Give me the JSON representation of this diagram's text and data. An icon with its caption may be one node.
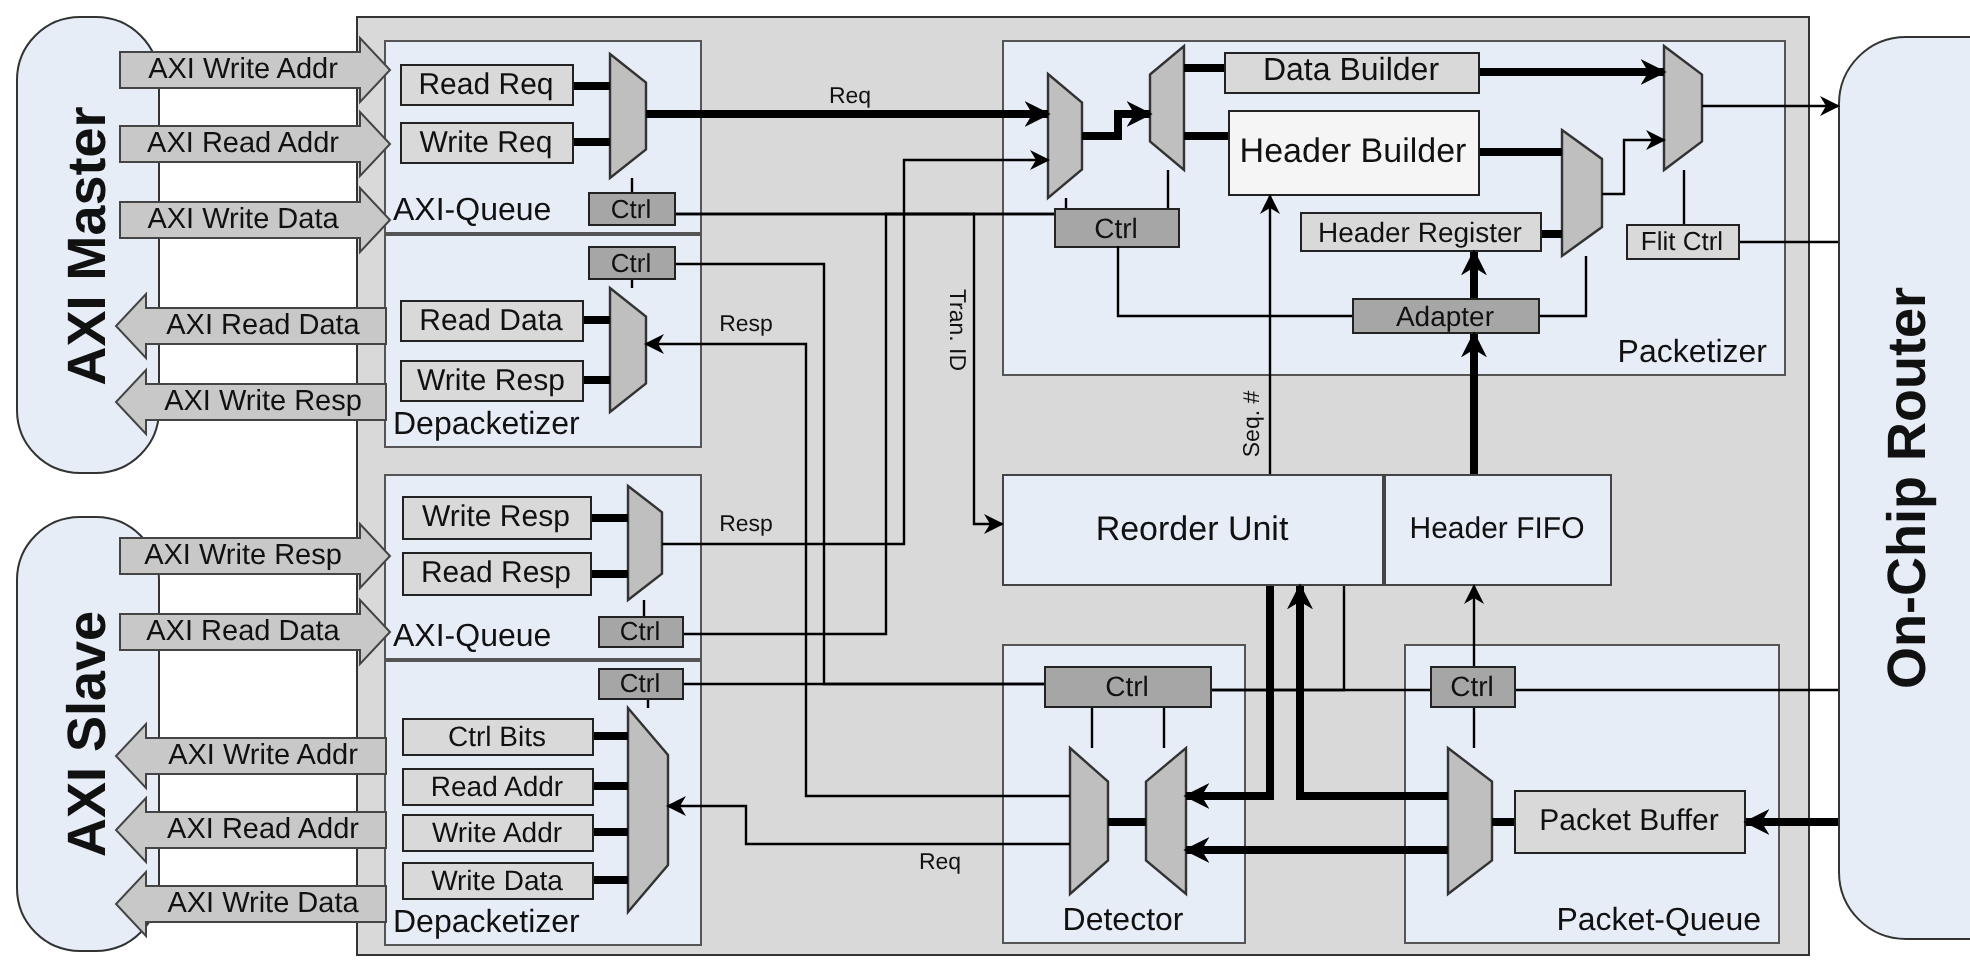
{
  "diagram": {
    "nodes": [
      {
        "text": [
          "AXI Master"
        ]
      },
      {
        "text": [
          "AXI Slave"
        ]
      },
      {
        "text": [],
        "shape": "box"
      },
      {
        "text": [
          "AXI-Queue"
        ],
        "in": 2
      },
      {
        "text": [
          "Read Req"
        ],
        "in": 3
      },
      {
        "text": [
          "Write Req"
        ],
        "in": 3
      },
      {
        "text": [],
        "shape": "trapezoid",
        "in": 3
      },
      {
        "text": [
          "Ctrl"
        ],
        "in": 3
      },
      {
        "text": [
          "Depacketizer"
        ],
        "in": 2
      },
      {
        "text": [
          "Ctrl"
        ],
        "in": 8
      },
      {
        "text": [
          "Read Data"
        ],
        "in": 8
      },
      {
        "text": [
          "Write Resp"
        ],
        "in": 8
      },
      {
        "text": [],
        "shape": "trapezoid",
        "in": 8
      },
      {
        "text": [
          "AXI-Queue"
        ],
        "in": 2
      },
      {
        "text": [
          "Write Resp"
        ],
        "in": 13
      },
      {
        "text": [
          "Read Resp"
        ],
        "in": 13
      },
      {
        "text": [],
        "shape": "trapezoid",
        "in": 13
      },
      {
        "text": [
          "Ctrl"
        ],
        "in": 13
      },
      {
        "text": [
          "Depacketizer"
        ],
        "in": 2
      },
      {
        "text": [
          "Ctrl"
        ],
        "in": 18
      },
      {
        "text": [
          "Ctrl Bits"
        ],
        "in": 18
      },
      {
        "text": [
          "Read Addr"
        ],
        "in": 18
      },
      {
        "text": [
          "Write Addr"
        ],
        "in": 18
      },
      {
        "text": [
          "Write Data"
        ],
        "in": 18
      },
      {
        "text": [],
        "shape": "trapezoid",
        "in": 18
      },
      {
        "text": [
          "Packetizer"
        ],
        "in": 2
      },
      {
        "text": [],
        "shape": "trapezoid",
        "in": 25
      },
      {
        "text": [],
        "shape": "trapezoid",
        "in": 25
      },
      {
        "text": [
          "Data Builder"
        ],
        "in": 25
      },
      {
        "text": [
          "Header Builder"
        ],
        "in": 25
      },
      {
        "text": [
          "Ctrl"
        ],
        "in": 25
      },
      {
        "text": [
          "Header Register"
        ],
        "in": 25
      },
      {
        "text": [],
        "shape": "trapezoid",
        "in": 25
      },
      {
        "text": [
          "Flit Ctrl"
        ],
        "in": 25
      },
      {
        "text": [],
        "shape": "trapezoid",
        "in": 25
      },
      {
        "text": [
          "Adapter"
        ],
        "in": 25
      },
      {
        "text": [
          "Reorder Unit"
        ],
        "in": 2
      },
      {
        "text": [
          "Header FIFO"
        ],
        "in": 2
      },
      {
        "text": [
          "Detector"
        ],
        "in": 2
      },
      {
        "text": [
          "Ctrl"
        ],
        "in": 38
      },
      {
        "text": [],
        "shape": "trapezoid",
        "in": 38
      },
      {
        "text": [],
        "shape": "trapezoid",
        "in": 38
      },
      {
        "text": [
          "Packet-Queue"
        ],
        "in": 2
      },
      {
        "text": [
          "Ctrl"
        ],
        "in": 42
      },
      {
        "text": [],
        "shape": "trapezoid",
        "in": 42
      },
      {
        "text": [
          "Packet Buffer"
        ],
        "in": 42
      },
      {
        "text": [
          "On-Chip Router"
        ]
      }
    ],
    "edges": [
      {
        "from": 4,
        "to": 6,
        "arrow": "none",
        "style": "thick"
      },
      {
        "from": 5,
        "to": 6,
        "arrow": "none",
        "style": "thick"
      },
      {
        "from": 6,
        "to": 26,
        "arrow": "to",
        "style": "thick",
        "label": "Req"
      },
      {
        "from": 7,
        "to": 6,
        "arrow": "none"
      },
      {
        "from": 7,
        "to": 30,
        "arrow": "none"
      },
      {
        "from": 7,
        "to": 36,
        "arrow": "to",
        "label": "Tran. ID"
      },
      {
        "from": 9,
        "to": 12,
        "arrow": "none"
      },
      {
        "from": 9,
        "to": 39,
        "arrow": "none"
      },
      {
        "from": 19,
        "to": 39,
        "arrow": "none"
      },
      {
        "from": 17,
        "to": 30,
        "arrow": "none"
      },
      {
        "from": 16,
        "to": 26,
        "arrow": "to",
        "label": "Resp"
      },
      {
        "from": 40,
        "to": 12,
        "arrow": "to",
        "label": "Resp"
      },
      {
        "from": 40,
        "to": 24,
        "arrow": "to",
        "label": "Req"
      },
      {
        "from": 17,
        "to": 16,
        "arrow": "none"
      },
      {
        "from": 19,
        "to": 24,
        "arrow": "none"
      },
      {
        "from": 14,
        "to": 16,
        "arrow": "none",
        "style": "thick"
      },
      {
        "from": 15,
        "to": 16,
        "arrow": "none",
        "style": "thick"
      },
      {
        "from": 20,
        "to": 24,
        "arrow": "none",
        "style": "thick"
      },
      {
        "from": 21,
        "to": 24,
        "arrow": "none",
        "style": "thick"
      },
      {
        "from": 22,
        "to": 24,
        "arrow": "none",
        "style": "thick"
      },
      {
        "from": 23,
        "to": 24,
        "arrow": "none",
        "style": "thick"
      },
      {
        "from": 12,
        "to": 10,
        "arrow": "none",
        "style": "thick"
      },
      {
        "from": 12,
        "to": 11,
        "arrow": "none",
        "style": "thick"
      },
      {
        "from": 26,
        "to": 27,
        "arrow": "to",
        "style": "thick"
      },
      {
        "from": 30,
        "to": 26,
        "arrow": "none"
      },
      {
        "from": 30,
        "to": 27,
        "arrow": "none"
      },
      {
        "from": 27,
        "to": 28,
        "arrow": "none",
        "style": "thick"
      },
      {
        "from": 27,
        "to": 29,
        "arrow": "none",
        "style": "thick"
      },
      {
        "from": 28,
        "to": 34,
        "arrow": "to",
        "style": "thick"
      },
      {
        "from": 29,
        "to": 32,
        "arrow": "none",
        "style": "thick"
      },
      {
        "from": 31,
        "to": 32,
        "arrow": "none",
        "style": "thick"
      },
      {
        "from": 32,
        "to": 34,
        "arrow": "to"
      },
      {
        "from": 34,
        "to": 46,
        "arrow": "to"
      },
      {
        "from": 33,
        "to": 34,
        "arrow": "none"
      },
      {
        "from": 33,
        "to": 46,
        "arrow": "none"
      },
      {
        "from": 35,
        "to": 31,
        "arrow": "to",
        "style": "thick"
      },
      {
        "from": 35,
        "to": 30,
        "arrow": "none"
      },
      {
        "from": 35,
        "to": 32,
        "arrow": "none"
      },
      {
        "from": 37,
        "to": 35,
        "arrow": "to",
        "style": "thick"
      },
      {
        "from": 36,
        "to": 29,
        "arrow": "to",
        "label": "Seq. #"
      },
      {
        "from": 36,
        "to": 41,
        "arrow": "to",
        "style": "thick"
      },
      {
        "from": 44,
        "to": 36,
        "arrow": "to",
        "style": "thick"
      },
      {
        "from": 44,
        "to": 41,
        "arrow": "to",
        "style": "thick"
      },
      {
        "from": 45,
        "to": 44,
        "arrow": "none",
        "style": "thick"
      },
      {
        "from": 46,
        "to": 45,
        "arrow": "to",
        "style": "thick"
      },
      {
        "from": 43,
        "to": 37,
        "arrow": "to"
      },
      {
        "from": 39,
        "to": 43,
        "arrow": "none"
      },
      {
        "from": 43,
        "to": 46,
        "arrow": "none"
      },
      {
        "from": 36,
        "to": 39,
        "arrow": "none"
      },
      {
        "from": 39,
        "to": 40,
        "arrow": "none"
      },
      {
        "from": 39,
        "to": 41,
        "arrow": "none"
      },
      {
        "from": 40,
        "to": 41,
        "arrow": "none",
        "style": "thick"
      },
      {
        "from": 43,
        "to": 44,
        "arrow": "none"
      },
      {
        "from": 0,
        "to": 3,
        "arrow": "to",
        "label": "AXI Write Addr"
      },
      {
        "from": 0,
        "to": 3,
        "arrow": "to",
        "label": "AXI Read Addr"
      },
      {
        "from": 0,
        "to": 3,
        "arrow": "to",
        "label": "AXI Write Data"
      },
      {
        "from": 8,
        "to": 0,
        "arrow": "to",
        "label": "AXI Read Data"
      },
      {
        "from": 8,
        "to": 0,
        "arrow": "to",
        "label": "AXI Write Resp"
      },
      {
        "from": 1,
        "to": 13,
        "arrow": "to",
        "label": "AXI Write Resp"
      },
      {
        "from": 1,
        "to": 13,
        "arrow": "to",
        "label": "AXI Read Data"
      },
      {
        "from": 18,
        "to": 1,
        "arrow": "to",
        "label": "AXI Write Addr"
      },
      {
        "from": 18,
        "to": 1,
        "arrow": "to",
        "label": "AXI Read Addr"
      },
      {
        "from": 18,
        "to": 1,
        "arrow": "to",
        "label": "AXI Write Data"
      }
    ]
  }
}
